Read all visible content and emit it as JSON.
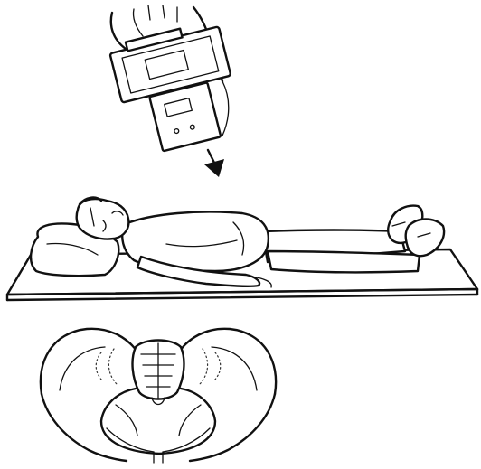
{
  "figure": {
    "parts": [
      "x-ray-tube-unit",
      "beam-direction-arrow",
      "patient-supine",
      "exam-table",
      "pelvis-outline"
    ]
  }
}
